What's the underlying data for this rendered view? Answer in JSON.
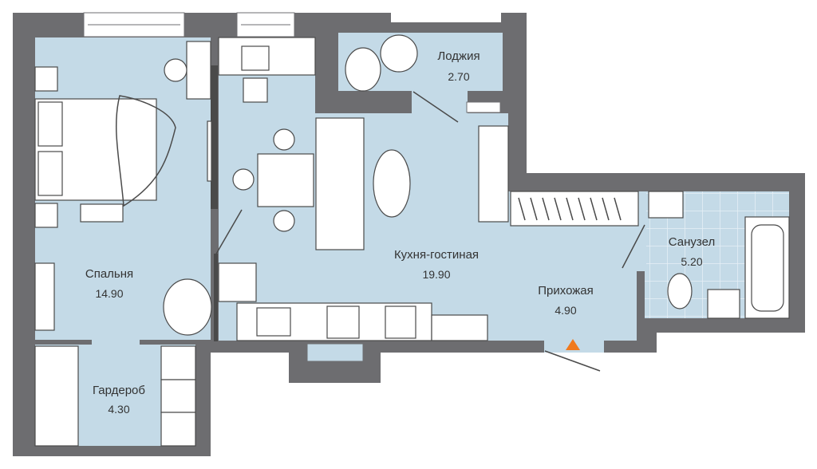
{
  "plan": {
    "colors": {
      "wall": "#6d6d70",
      "room": "#c4dae7",
      "tile_line": "#e6f0f6",
      "entrance_marker": "#f07a1e"
    },
    "rooms": [
      {
        "name": "Лоджия",
        "area": "2.70"
      },
      {
        "name": "Спальня",
        "area": "14.90"
      },
      {
        "name": "Кухня-гостиная",
        "area": "19.90"
      },
      {
        "name": "Прихожая",
        "area": "4.90"
      },
      {
        "name": "Санузел",
        "area": "5.20"
      },
      {
        "name": "Гардероб",
        "area": "4.30"
      }
    ],
    "entrance_icon": "entrance-triangle-icon"
  }
}
